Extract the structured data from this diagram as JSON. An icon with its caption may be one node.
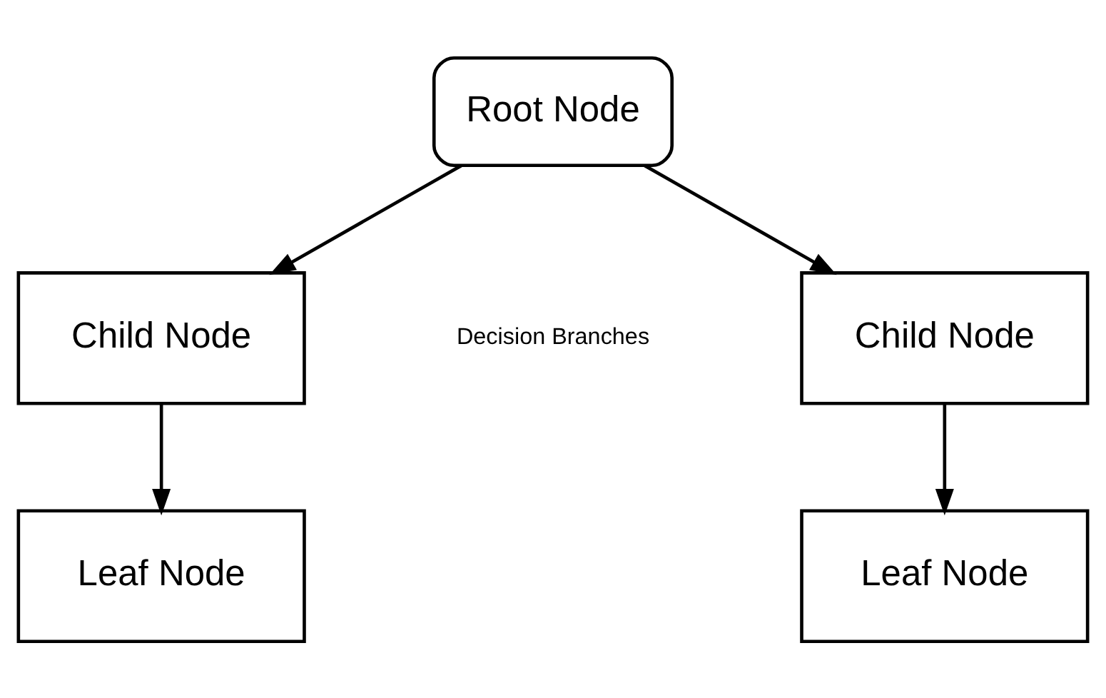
{
  "diagram": {
    "nodes": [
      {
        "text": [
          "Root Node"
        ]
      },
      {
        "text": [
          "Child Node"
        ]
      },
      {
        "text": [
          "Child Node"
        ]
      },
      {
        "text": [
          "Leaf Node"
        ]
      },
      {
        "text": [
          "Leaf Node"
        ]
      }
    ],
    "edges": [
      {
        "from": 0,
        "to": 1,
        "arrow": "to"
      },
      {
        "from": 0,
        "to": 2,
        "arrow": "to"
      },
      {
        "from": 1,
        "to": 3,
        "arrow": "to"
      },
      {
        "from": 2,
        "to": 4,
        "arrow": "to"
      }
    ],
    "labels": [
      "Decision Branches"
    ]
  }
}
